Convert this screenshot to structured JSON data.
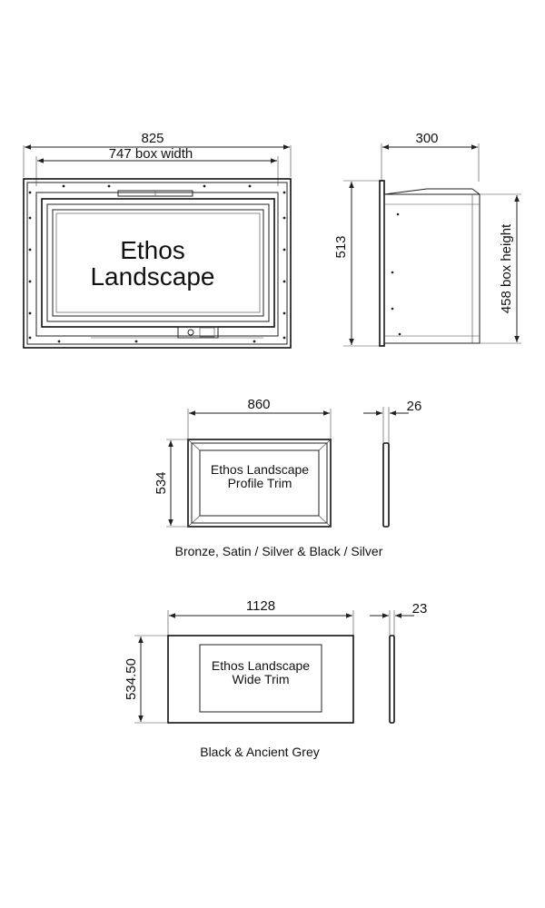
{
  "unit": {
    "width_overall": "825",
    "box_width": "747 box width",
    "depth": "300",
    "height_overall": "513",
    "box_height": "458 box height",
    "title_line1": "Ethos",
    "title_line2": "Landscape"
  },
  "profile_trim": {
    "width": "860",
    "depth": "26",
    "height": "534",
    "label_line1": "Ethos Landscape",
    "label_line2": "Profile Trim",
    "finishes": "Bronze, Satin / Silver & Black / Silver"
  },
  "wide_trim": {
    "width": "1128",
    "depth": "23",
    "height": "534.50",
    "label_line1": "Ethos Landscape",
    "label_line2": "Wide Trim",
    "finishes": "Black & Ancient Grey"
  }
}
